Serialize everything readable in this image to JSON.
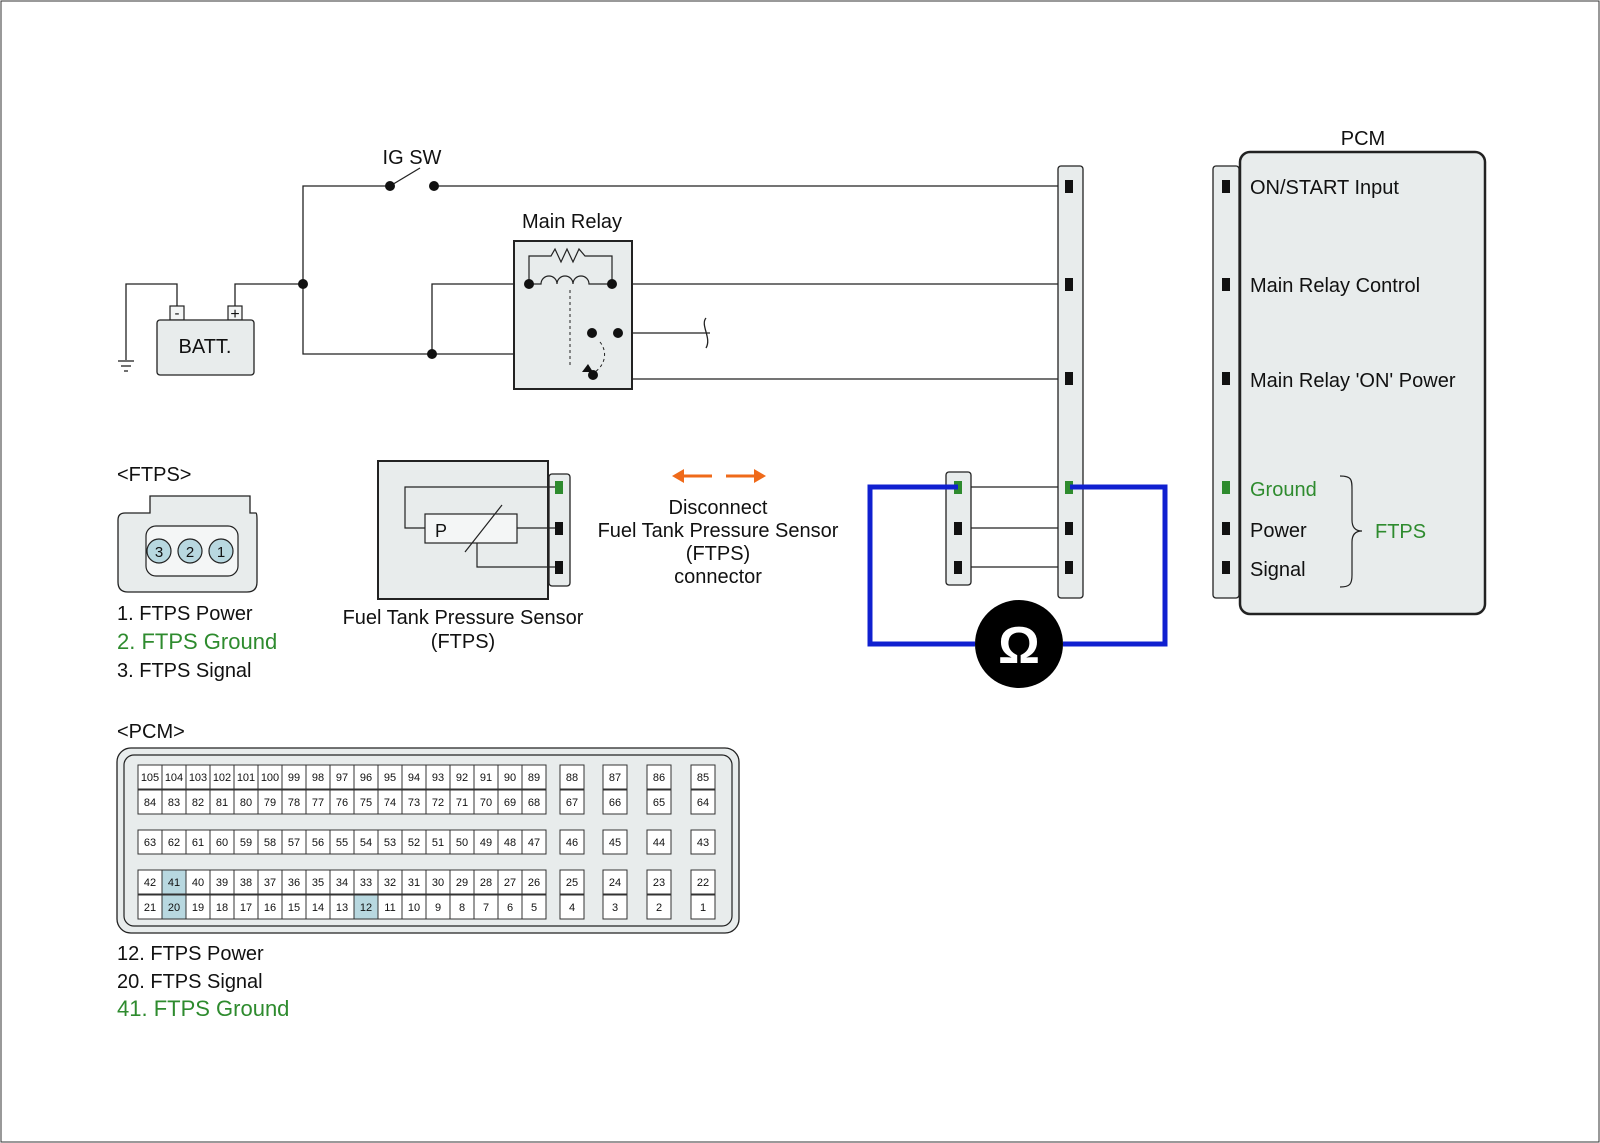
{
  "ig_switch": {
    "label": "IG SW"
  },
  "battery": {
    "label": "BATT.",
    "neg": "-",
    "pos": "+"
  },
  "main_relay": {
    "label": "Main Relay"
  },
  "pcm": {
    "title": "PCM",
    "terminals": [
      {
        "label": "ON/START Input"
      },
      {
        "label": "Main Relay Control"
      },
      {
        "label": "Main Relay 'ON' Power"
      },
      {
        "label": "Ground"
      },
      {
        "label": "Power"
      },
      {
        "label": "Signal"
      }
    ],
    "group_label": "FTPS"
  },
  "ftps_sensor": {
    "element_label": "P",
    "caption_line1": "Fuel Tank Pressure Sensor",
    "caption_line2": "(FTPS)"
  },
  "disconnect_note": {
    "line1": "Disconnect",
    "line2": "Fuel Tank Pressure Sensor",
    "line3": "(FTPS)",
    "line4": "connector"
  },
  "ftps_connector": {
    "title": "<FTPS>",
    "pins": [
      "3",
      "2",
      "1"
    ],
    "legend": [
      {
        "text": "1. FTPS Power",
        "highlight": false
      },
      {
        "text": "2. FTPS Ground",
        "highlight": true
      },
      {
        "text": "3. FTPS Signal",
        "highlight": false
      }
    ]
  },
  "pcm_connector": {
    "title": "<PCM>",
    "row1_main": [
      "105",
      "104",
      "103",
      "102",
      "101",
      "100",
      "99",
      "98",
      "97",
      "96",
      "95",
      "94",
      "93",
      "92",
      "91",
      "90",
      "89"
    ],
    "row1_side": [
      "88",
      "87",
      "86",
      "85"
    ],
    "row2_main": [
      "84",
      "83",
      "82",
      "81",
      "80",
      "79",
      "78",
      "77",
      "76",
      "75",
      "74",
      "73",
      "72",
      "71",
      "70",
      "69",
      "68"
    ],
    "row2_side": [
      "67",
      "66",
      "65",
      "64"
    ],
    "row3_main": [
      "63",
      "62",
      "61",
      "60",
      "59",
      "58",
      "57",
      "56",
      "55",
      "54",
      "53",
      "52",
      "51",
      "50",
      "49",
      "48",
      "47"
    ],
    "row3_side": [
      "46",
      "45",
      "44",
      "43"
    ],
    "row4_main": [
      "42",
      "41",
      "40",
      "39",
      "38",
      "37",
      "36",
      "35",
      "34",
      "33",
      "32",
      "31",
      "30",
      "29",
      "28",
      "27",
      "26"
    ],
    "row4_side": [
      "25",
      "24",
      "23",
      "22"
    ],
    "row5_main": [
      "21",
      "20",
      "19",
      "18",
      "17",
      "16",
      "15",
      "14",
      "13",
      "12",
      "11",
      "10",
      "9",
      "8",
      "7",
      "6",
      "5"
    ],
    "row5_side": [
      "4",
      "3",
      "2",
      "1"
    ],
    "highlighted_pins": [
      "41",
      "20",
      "12"
    ],
    "legend": [
      {
        "text": "12. FTPS Power",
        "highlight": false
      },
      {
        "text": "20. FTPS Signal",
        "highlight": false
      },
      {
        "text": "41. FTPS Ground",
        "highlight": true
      }
    ]
  },
  "meter": {
    "symbol": "Ω"
  },
  "colors": {
    "ground_green": "#2e8b2e",
    "meter_lead_blue": "#1020d0",
    "arrow_orange": "#ef6a1a",
    "pin_highlight": "#b8d8e0",
    "panel_gray": "#e8ecec"
  }
}
